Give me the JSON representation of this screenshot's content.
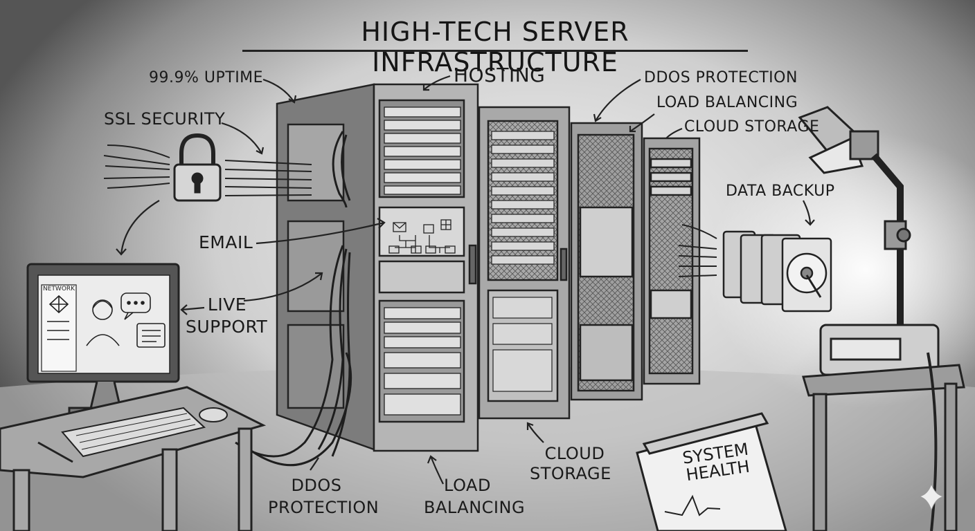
{
  "title": "HIGH-TECH SERVER INFRASTRUCTURE",
  "labels": {
    "uptime": "99.9% UPTIME",
    "hosting": "HOSTING",
    "ddos_top": "DDOS PROTECTION",
    "load_balancing_top": "LOAD BALANCING",
    "cloud_storage_top": "CLOUD STORAGE",
    "ssl_security": "SSL SECURITY",
    "data_backup": "DATA BACKUP",
    "email": "EMAIL",
    "live": "LIVE",
    "support": "SUPPORT",
    "cloud": "CLOUD",
    "storage": "STORAGE",
    "ddos": "DDOS",
    "protection": "PROTECTION",
    "load": "LOAD",
    "balancing": "BALANCING",
    "system": "SYSTEM",
    "health": "HEALTH"
  },
  "monitor": {
    "network": "NETWORK"
  },
  "colors": {
    "ink": "#1a1a1a",
    "background_light": "#f2f2f2",
    "background_dark": "#555555"
  }
}
